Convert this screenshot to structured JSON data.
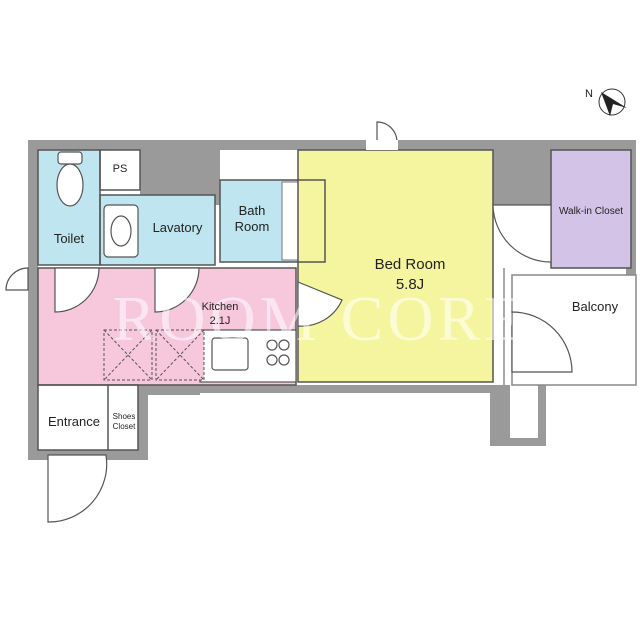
{
  "plan": {
    "watermark": "ROOM CORE",
    "compass_letter": "N",
    "rooms": {
      "toilet": "Toilet",
      "ps": "PS",
      "lavatory": "Lavatory",
      "bath_line1": "Bath",
      "bath_line2": "Room",
      "bedroom_name": "Bed Room",
      "bedroom_size": "5.8J",
      "walkin": "Walk-in Closet",
      "balcony": "Balcony",
      "kitchen_name": "Kitchen",
      "kitchen_size": "2.1J",
      "entrance": "Entrance",
      "shoes_line1": "Shoes",
      "shoes_line2": "Closet"
    },
    "colors": {
      "wall": "#9a9a9a",
      "wet_area": "#bfe6f0",
      "kitchen": "#f7c8dc",
      "bedroom": "#f5f5a0",
      "walkin": "#d3c3e6"
    }
  }
}
